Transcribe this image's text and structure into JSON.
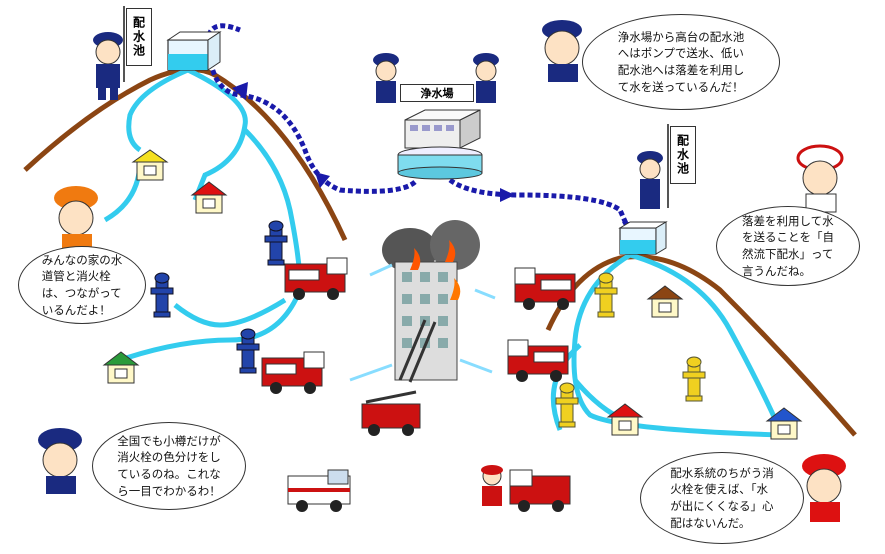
{
  "signs": {
    "reservoir_left": "配水池",
    "reservoir_right": "配水池",
    "purification_plant": "浄水場"
  },
  "bubbles": {
    "pump_explanation": "浄水場から高台の配水池\nへはポンプで送水、低い\n配水池へは落差を利用し\nて水を送っているんだ！",
    "natural_flow": "落差を利用して水\nを送ることを「自\n然流下配水」って\n言うんだね。",
    "connected_pipes": "みんなの家の水\n道管と消火栓\nは、つながって\nいるんだよ！",
    "otaru_colors": "全国でも小樽だけが\n消火栓の色分けをし\nているのね。これな\nら一目でわかるわ！",
    "separate_system": "配水系統のちがう消\n火栓を使えば、「水\nが出にくくなる」心\n配はないんだ。"
  },
  "colors": {
    "mountain": "#8b4513",
    "pipe": "#33ccee",
    "pump_route": "#1a1aaa",
    "hydrant_left": "#2244aa",
    "hydrant_right": "#f0d020",
    "fire_truck": "#cc1111",
    "house_yellow_roof": "#f5e020",
    "house_red_roof": "#dd1111",
    "house_green_roof": "#2a9a3a",
    "house_brown_roof": "#8b4513",
    "house_blue_roof": "#2255cc"
  },
  "icons": [
    "police-officer-icon",
    "firefighter-icon",
    "fire-hydrant-icon",
    "house-icon",
    "fire-truck-icon",
    "ambulance-icon",
    "water-tank-icon",
    "building-fire-icon"
  ]
}
